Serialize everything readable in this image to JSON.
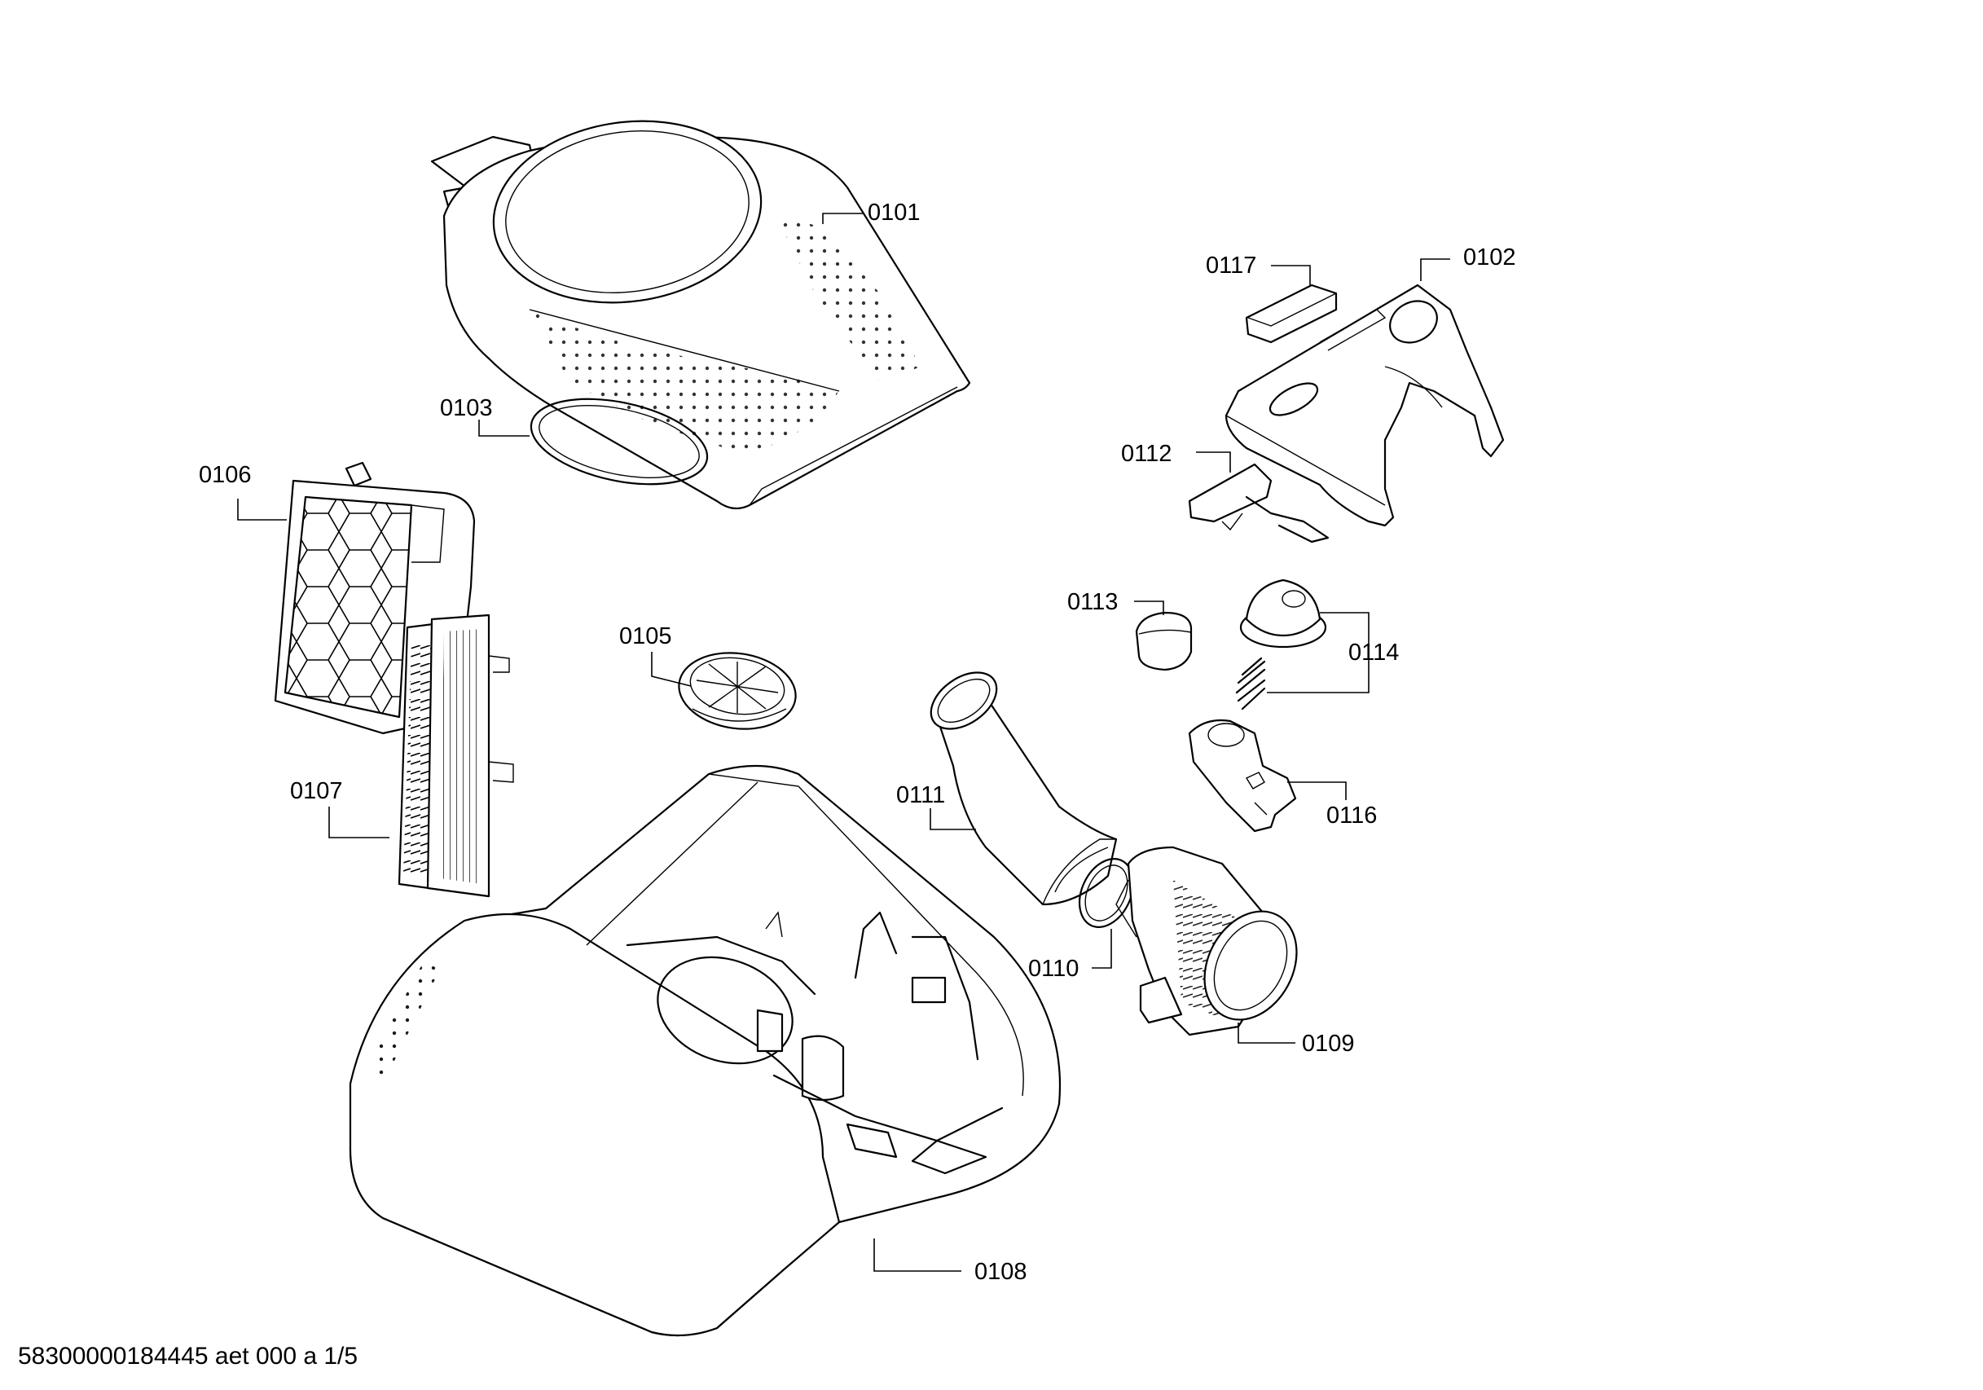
{
  "parts": {
    "p0101": "0101",
    "p0102": "0102",
    "p0103": "0103",
    "p0105": "0105",
    "p0106": "0106",
    "p0107": "0107",
    "p0108": "0108",
    "p0109": "0109",
    "p0110": "0110",
    "p0111": "0111",
    "p0112": "0112",
    "p0113": "0113",
    "p0114": "0114",
    "p0116": "0116",
    "p0117": "0117"
  },
  "footer": {
    "code": "58300000184445 aet 000 a 1/5"
  }
}
